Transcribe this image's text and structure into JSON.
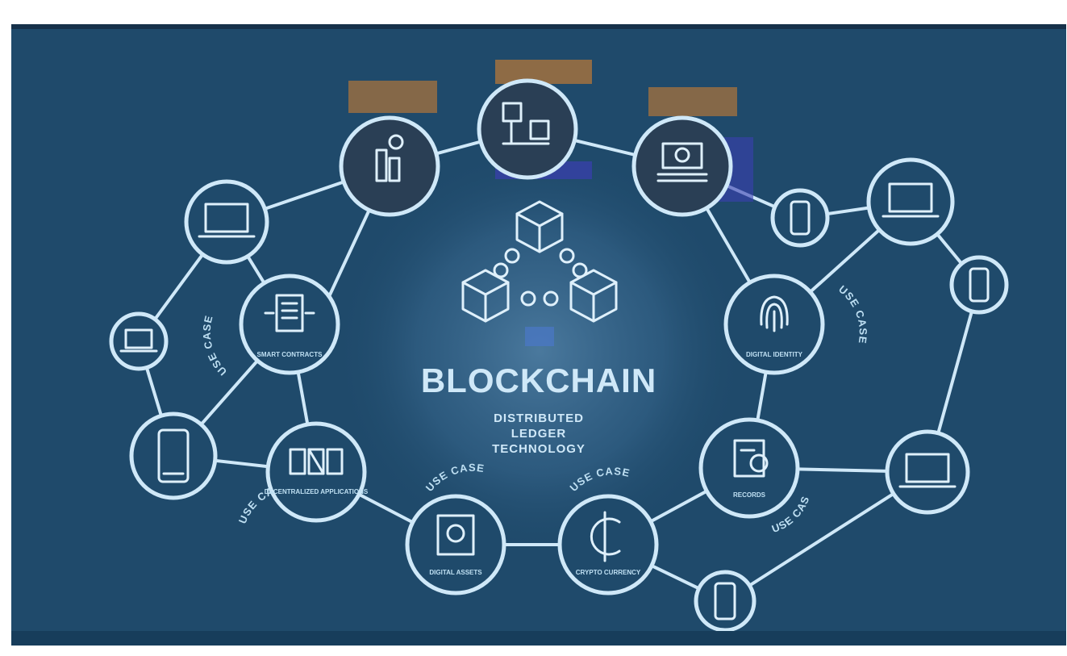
{
  "diagram": {
    "title": "BLOCKCHAIN",
    "subtitle_lines": [
      "DISTRIBUTED",
      "LEDGER",
      "TECHNOLOGY"
    ],
    "use_case_label": "USE CASE",
    "nodes": [
      {
        "icon": "smart-contract-icon",
        "caption": "SMART CONTRACTS"
      },
      {
        "icon": "decentralized-apps-icon",
        "caption": "DECENTRALIZED APPLICATIONS"
      },
      {
        "icon": "digital-assets-icon",
        "caption": "DIGITAL ASSETS"
      },
      {
        "icon": "crypto-currency-icon",
        "caption": "CRYPTO CURRENCY"
      },
      {
        "icon": "document-icon",
        "caption": "RECORDS"
      },
      {
        "icon": "fingerprint-icon",
        "caption": "DIGITAL IDENTITY"
      }
    ],
    "colors": {
      "background": "#1f4a6b",
      "line": "#cfe8f8",
      "accent_orange": "#d9822b",
      "accent_green": "#8fbf3a",
      "accent_purple": "#7b5fc8"
    }
  }
}
